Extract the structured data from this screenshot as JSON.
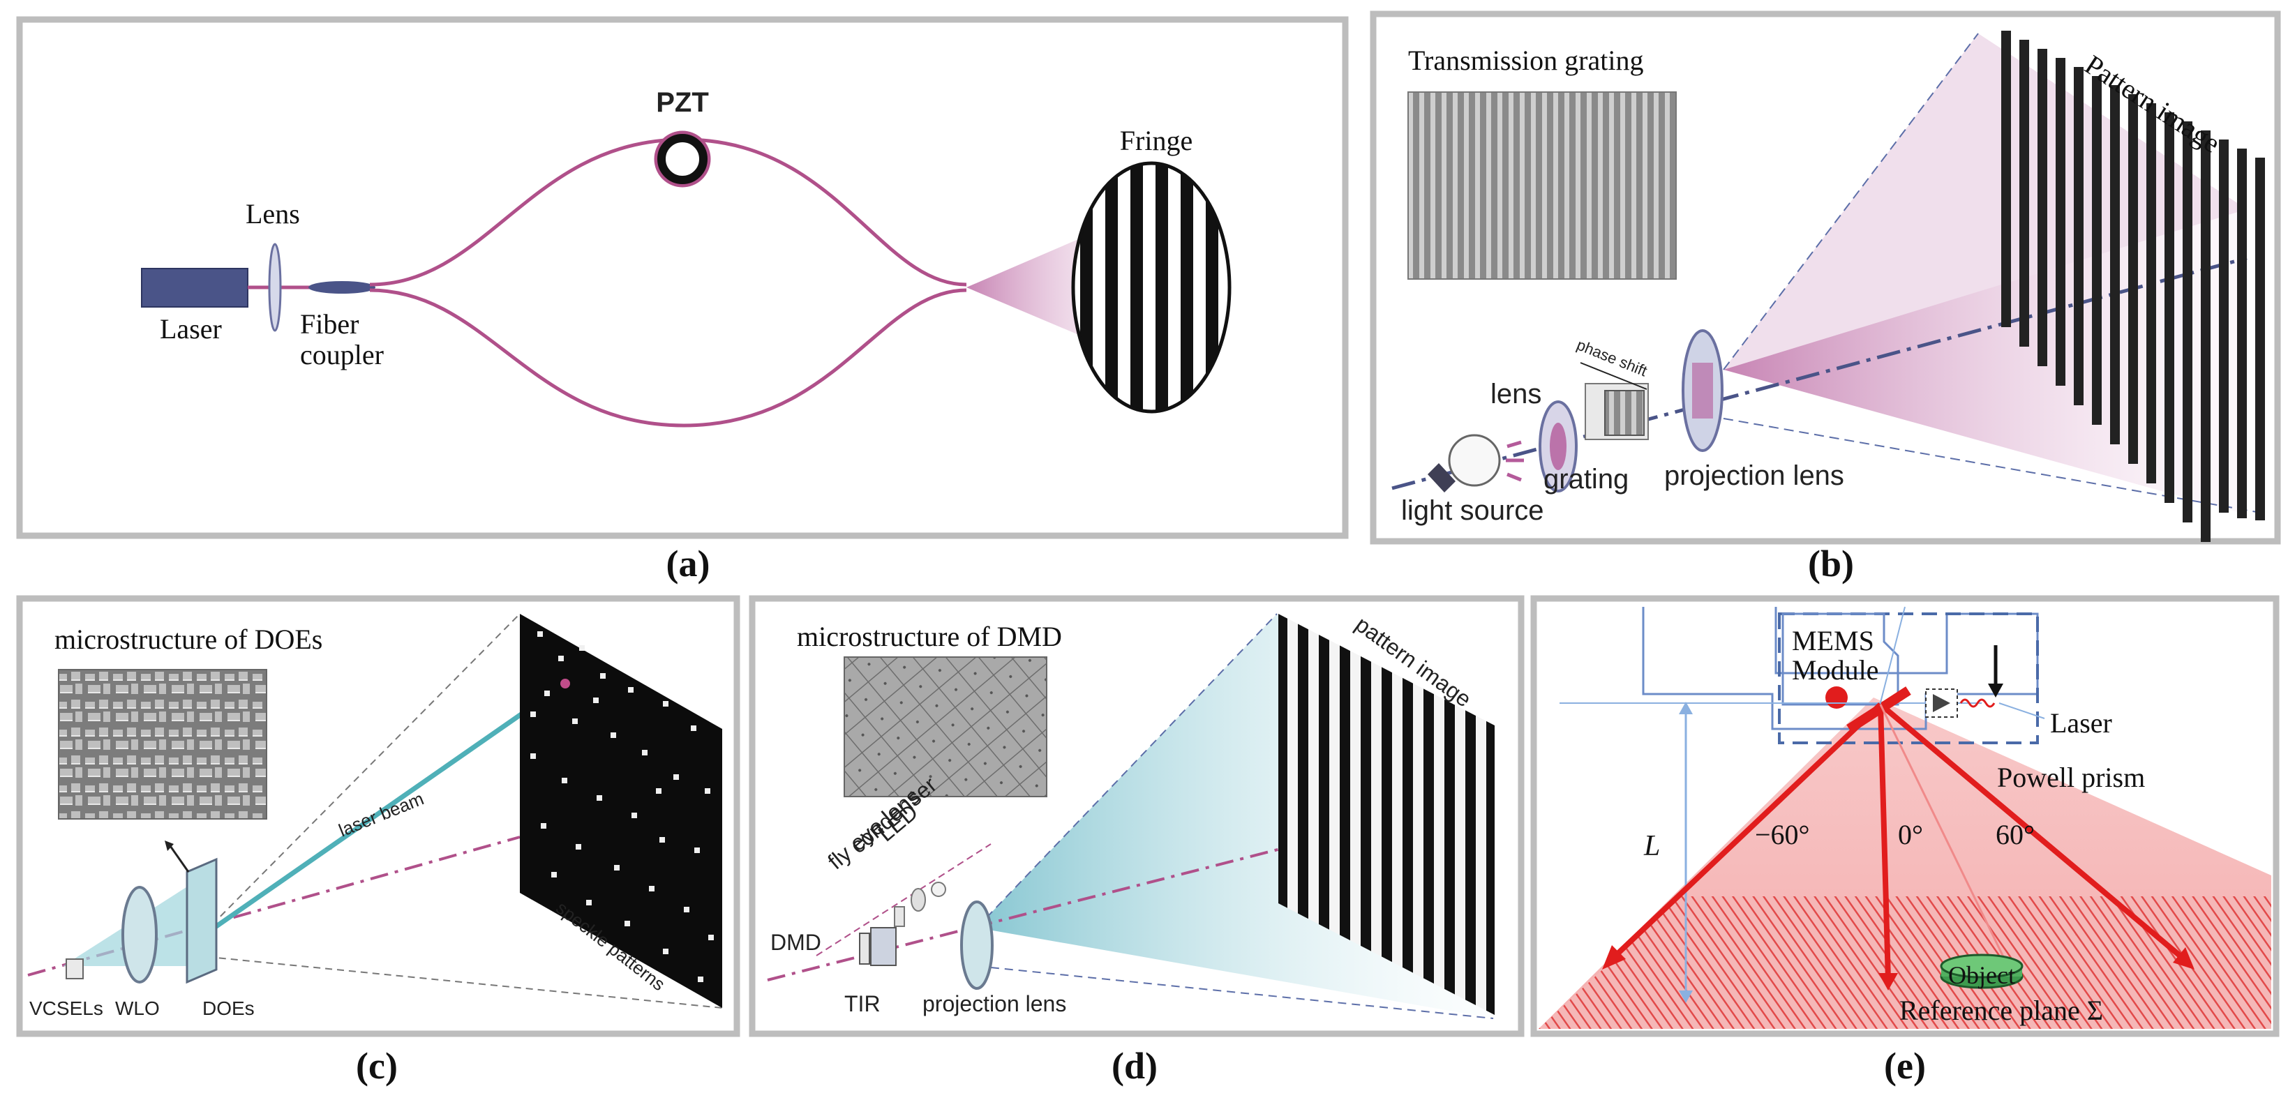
{
  "panels": {
    "a": {
      "caption": "(a)",
      "labels": {
        "laser": "Laser",
        "lens": "Lens",
        "coupler_1": "Fiber",
        "coupler_2": "coupler",
        "pzt": "PZT",
        "fringe": "Fringe"
      }
    },
    "b": {
      "caption": "(b)",
      "labels": {
        "grating_title": "Transmission grating",
        "pattern": "Pattern image",
        "phase": "phase shift",
        "lens": "lens",
        "grating": "grating",
        "projection": "projection lens",
        "light": "light source"
      }
    },
    "c": {
      "caption": "(c)",
      "labels": {
        "title": "microstructure of DOEs",
        "beam": "laser beam",
        "speckle": "speckle patterns",
        "vcsels": "VCSELs",
        "wlo": "WLO",
        "does": "DOEs"
      }
    },
    "d": {
      "caption": "(d)",
      "labels": {
        "title": "microstructure of DMD",
        "pattern": "pattern image",
        "led": "LED",
        "condenser": "condenser",
        "flyeye": "fly eye lens",
        "dmd": "DMD",
        "tir": "TIR",
        "projection": "projection lens"
      }
    },
    "e": {
      "caption": "(e)",
      "labels": {
        "mems_1": "MEMS",
        "mems_2": "Module",
        "laser": "Laser",
        "powell": "Powell prism",
        "L": "L",
        "a_neg": "−60°",
        "a_zero": "0°",
        "a_pos": "60°",
        "object": "Object",
        "ref": "Reference plane Σ"
      }
    }
  },
  "colors": {
    "frame": "#bdbdbd",
    "fiber": "#b0508a",
    "laser_body": "#4a5488",
    "red_beam": "#e11d1d",
    "cyan_beam": "#4fb0b8",
    "blue_line": "#5c6ea8"
  }
}
